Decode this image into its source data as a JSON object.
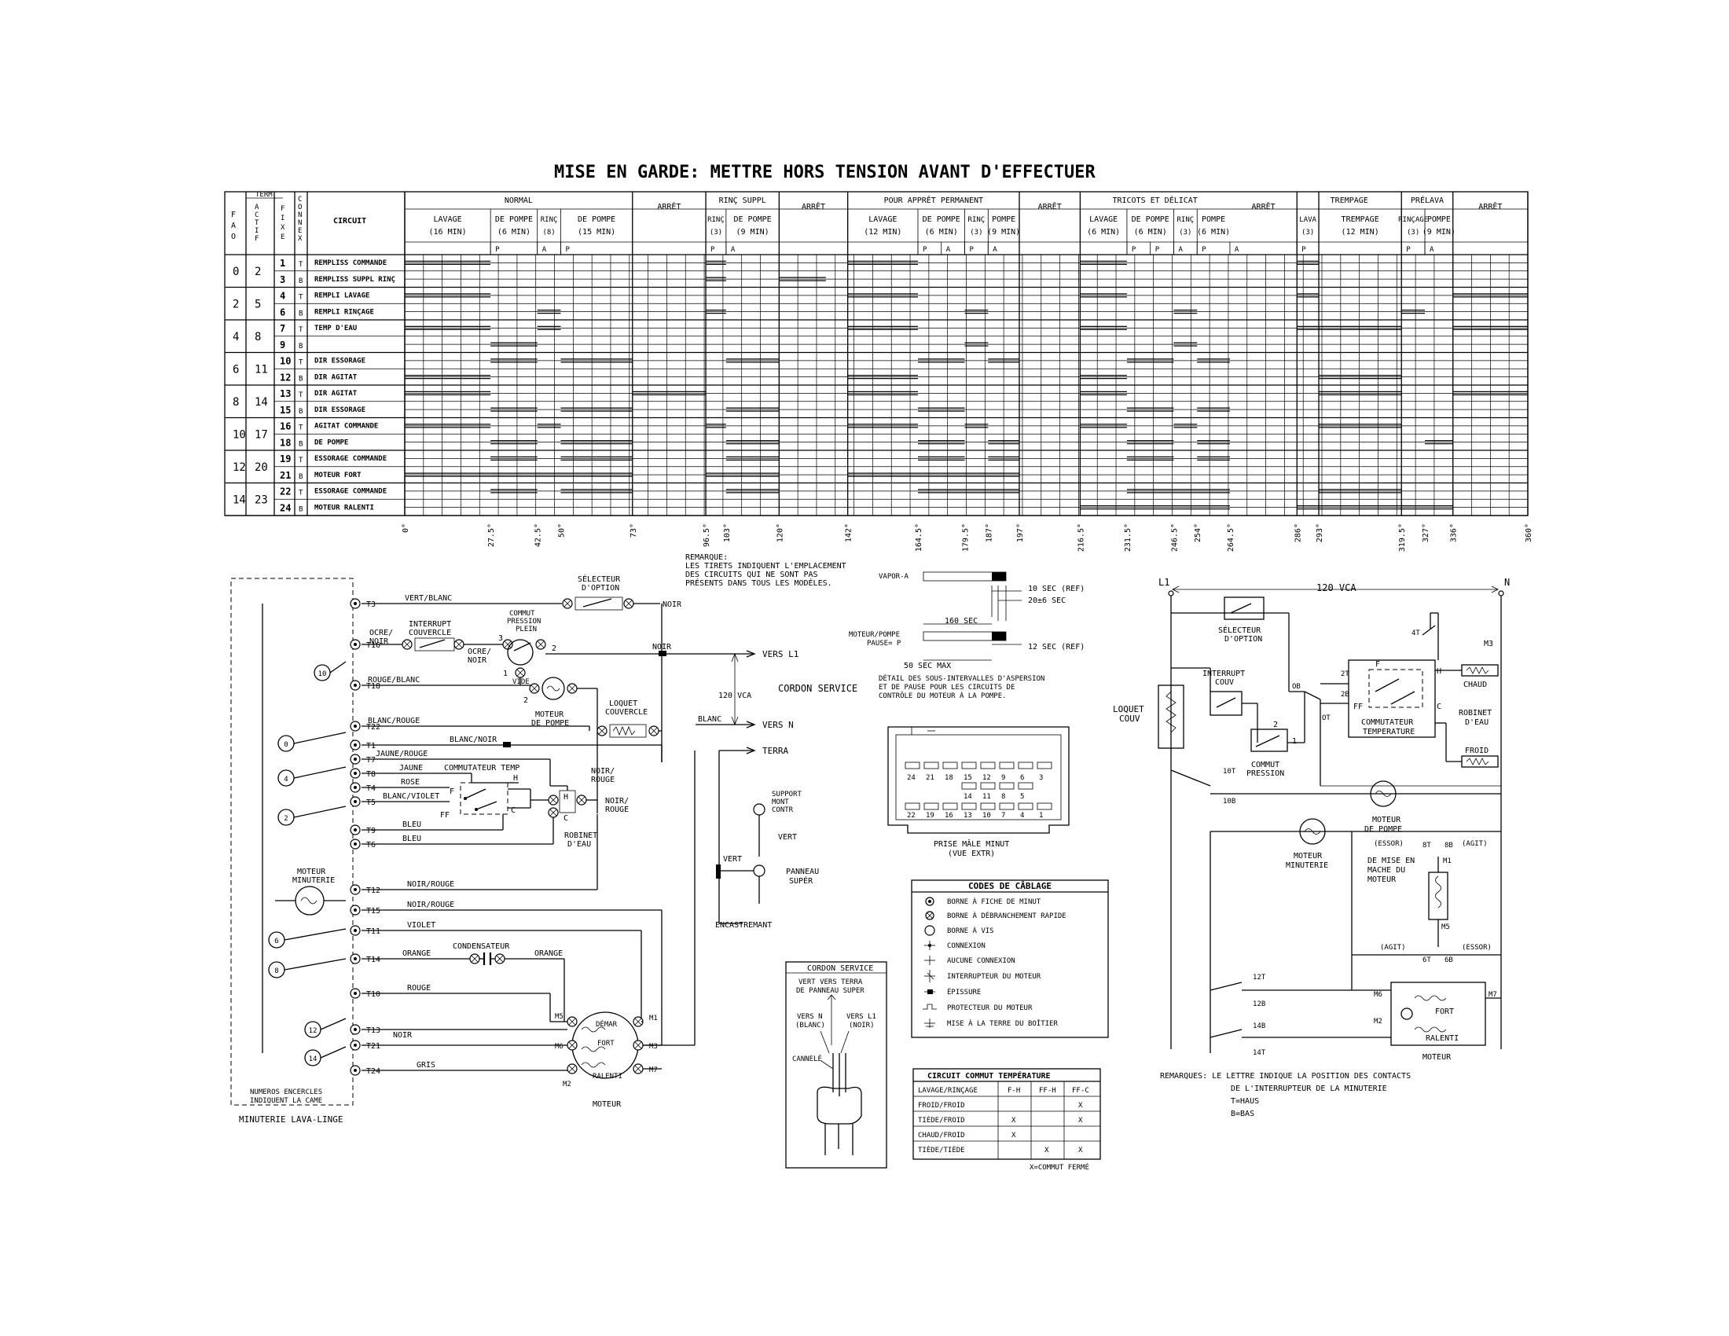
{
  "title": "MISE EN GARDE: METTRE HORS TENSION AVANT D'EFFECTUER",
  "table": {
    "head_fao": [
      "F",
      "A",
      "O"
    ],
    "head_term": "TERM",
    "head_actif": [
      "A",
      "C",
      "T",
      "I",
      "F"
    ],
    "head_fixe": [
      "F",
      "I",
      "X",
      "E"
    ],
    "head_connex": [
      "C",
      "O",
      "N",
      "N",
      "E",
      "X"
    ],
    "head_circuit": "CIRCUIT",
    "cycles": [
      {
        "label": "NORMAL"
      },
      {
        "label": "ARRÊT"
      },
      {
        "label": "RINÇ SUPPL"
      },
      {
        "label": "ARRÊT"
      },
      {
        "label": "POUR APPRÊT PERMANENT"
      },
      {
        "label": "ARRÊT"
      },
      {
        "label": "TRICOTS ET DÉLICAT"
      },
      {
        "label": "ARRÊT"
      },
      {
        "label": "TREMPAGE"
      },
      {
        "label": "PRÉLAVA"
      },
      {
        "label": "ARRÊT"
      }
    ],
    "subheads": [
      {
        "l1": "LAVAGE",
        "l2": "(16 MIN)"
      },
      {
        "l1": "DE POMPE",
        "l2": "(6 MIN)"
      },
      {
        "l1": "RINÇ",
        "l2": "(8)"
      },
      {
        "l1": "DE POMPE",
        "l2": "(15 MIN)"
      },
      {
        "l1": "RINÇ",
        "l2": "(3)"
      },
      {
        "l1": "DE POMPE",
        "l2": "(9 MIN)"
      },
      {
        "l1": "LAVAGE",
        "l2": "(12 MIN)"
      },
      {
        "l1": "DE POMPE",
        "l2": "(6 MIN)"
      },
      {
        "l1": "RINÇ",
        "l2": "(3)"
      },
      {
        "l1": "POMPE",
        "l2": "(9 MIN)"
      },
      {
        "l1": "LAVAGE",
        "l2": "(6 MIN)"
      },
      {
        "l1": "DE POMPE",
        "l2": "(6 MIN)"
      },
      {
        "l1": "RINÇ",
        "l2": "(3)"
      },
      {
        "l1": "POMPE",
        "l2": "(6 MIN)"
      },
      {
        "l1": "LAVA",
        "l2": "(3)"
      },
      {
        "l1": "TREMPAGE",
        "l2": "(12 MIN)"
      },
      {
        "l1": "RINÇAGE",
        "l2": "(3)"
      },
      {
        "l1": "POMPE",
        "l2": "(9 MIN)"
      }
    ],
    "pa_labels": [
      "P",
      "A",
      "P",
      "P",
      "A",
      "P",
      "A",
      "P",
      "A",
      "P",
      "P",
      "A",
      "P",
      "A",
      "P",
      "P",
      "A"
    ],
    "groups": [
      {
        "fao": "0",
        "actif": "2"
      },
      {
        "fao": "2",
        "actif": "5"
      },
      {
        "fao": "4",
        "actif": "8"
      },
      {
        "fao": "6",
        "actif": "11"
      },
      {
        "fao": "8",
        "actif": "14"
      },
      {
        "fao": "10",
        "actif": "17"
      },
      {
        "fao": "12",
        "actif": "20"
      },
      {
        "fao": "14",
        "actif": "23"
      }
    ],
    "rows": [
      {
        "fixe": "1",
        "connex": "T",
        "circuit": "REMPLISS COMMANDE"
      },
      {
        "fixe": "3",
        "connex": "B",
        "circuit": "REMPLISS SUPPL RINÇ"
      },
      {
        "fixe": "4",
        "connex": "T",
        "circuit": "REMPLI LAVAGE"
      },
      {
        "fixe": "6",
        "connex": "B",
        "circuit": "REMPLI RINÇAGE"
      },
      {
        "fixe": "7",
        "connex": "T",
        "circuit": "TEMP D'EAU"
      },
      {
        "fixe": "9",
        "connex": "B",
        "circuit": ""
      },
      {
        "fixe": "10",
        "connex": "T",
        "circuit": "DIR ESSORAGE"
      },
      {
        "fixe": "12",
        "connex": "B",
        "circuit": "DIR AGITAT"
      },
      {
        "fixe": "13",
        "connex": "T",
        "circuit": "DIR AGITAT"
      },
      {
        "fixe": "15",
        "connex": "B",
        "circuit": "DIR ESSORAGE"
      },
      {
        "fixe": "16",
        "connex": "T",
        "circuit": "AGITAT COMMANDE"
      },
      {
        "fixe": "18",
        "connex": "B",
        "circuit": "DE POMPE"
      },
      {
        "fixe": "19",
        "connex": "T",
        "circuit": "ESSORAGE COMMANDE"
      },
      {
        "fixe": "21",
        "connex": "B",
        "circuit": "MOTEUR FORT"
      },
      {
        "fixe": "22",
        "connex": "T",
        "circuit": "ESSORAGE COMMANDE"
      },
      {
        "fixe": "24",
        "connex": "B",
        "circuit": "MOTEUR RALENTI"
      }
    ],
    "ticks": [
      "0°",
      "27.5°",
      "42.5°",
      "50°",
      "73°",
      "96.5°",
      "103°",
      "120°",
      "142°",
      "164.5°",
      "179.5°",
      "187°",
      "197°",
      "216.5°",
      "231.5°",
      "246.5°",
      "254°",
      "264.5°",
      "286°",
      "293°",
      "319.5°",
      "327°",
      "336°",
      "360°"
    ]
  },
  "remarque_top": [
    "REMARQUE:",
    "LES TIRETS INDIQUENT L'EMPLACEMENT",
    "DES CIRCUITS QUI NE SONT PAS",
    "PRÉSENTS DANS TOUS LES MODÈLES."
  ],
  "timing": {
    "vapor": "VAPOR-A",
    "sec10": "10 SEC (REF)",
    "sec20": "20±6 SEC",
    "sec160": "160 SEC",
    "moteur": "MOTEUR/POMPE",
    "pause": "PAUSE= P",
    "sec12": "12 SEC (REF)",
    "sec50": "50 SEC MAX",
    "detail": [
      "DÉTAIL DES SOUS-INTERVALLES D'ASPERSION",
      "ET DE PAUSE POUR LES CIRCUITS DE",
      "CONTRÔLE DU MOTEUR À LA POMPE."
    ]
  },
  "plug": {
    "top_row": [
      "24",
      "21",
      "18",
      "15",
      "12",
      "9",
      "6",
      "3"
    ],
    "mid_row": [
      "14",
      "11",
      "8",
      "5"
    ],
    "bot_row": [
      "22",
      "19",
      "16",
      "13",
      "10",
      "7",
      "4",
      "1"
    ],
    "caption1": "PRISE MÂLE MINUT",
    "caption2": "(VUE EXTR)"
  },
  "legend": {
    "title": "CODES DE CÂBLAGE",
    "items": [
      "BORNE À FICHE DE MINUT",
      "BORNE À DÉBRANCHEMENT RAPIDE",
      "BORNE À VIS",
      "CONNEXION",
      "AUCUNE CONNEXION",
      "INTERRUPTEUR DU MOTEUR",
      "ÉPISSURE",
      "PROTECTEUR DU MOTEUR",
      "MISE À LA TERRE DU BOÎTIER"
    ]
  },
  "tempswitch": {
    "title": "CIRCUIT COMMUT TEMPÉRATURE",
    "cols": [
      "LAVAGE/RINÇAGE",
      "F-H",
      "FF-H",
      "FF-C"
    ],
    "rows": [
      [
        "FROID/FROID",
        "",
        "",
        "X"
      ],
      [
        "TIÈDE/FROID",
        "X",
        "",
        "X"
      ],
      [
        "CHAUD/FROID",
        "X",
        "",
        ""
      ],
      [
        "TIÈDE/TIÈDE",
        "",
        "X",
        "X"
      ]
    ],
    "note": "X=COMMUT FERMÉ"
  },
  "cord": {
    "title": "CORDON SERVICE",
    "l1": "VERT VERS TERRA",
    "l2": "DE PANNEAU SUPER",
    "n1": "VERS N",
    "n2": "(BLANC)",
    "r1": "VERS L1",
    "r2": "(NOIR)",
    "cannele": "CANNELÉ"
  },
  "left": {
    "terminals": [
      "T3",
      "T16",
      "T18",
      "T22",
      "T1",
      "T7",
      "T8",
      "T4",
      "T5",
      "T9",
      "T6",
      "T12",
      "T15",
      "T11",
      "T14",
      "T10",
      "T13",
      "T21",
      "T24"
    ],
    "wires": {
      "vert_blanc": "VERT/BLANC",
      "ocre_noir": "OCRE/",
      "ocre_noir2": "NOIR",
      "rouge_blanc": "ROUGE/BLANC",
      "blanc_rouge": "BLANC/ROUGE",
      "blanc_noir": "BLANC/NOIR",
      "jaune_rouge": "JAUNE/ROUGE",
      "jaune": "JAUNE",
      "rose": "ROSE",
      "blanc_violet": "BLANC/VIOLET",
      "bleu1": "BLEU",
      "bleu2": "BLEU",
      "noir_rouge1": "NOIR/ROUGE",
      "noir_rouge2": "NOIR/ROUGE",
      "violet": "VIOLET",
      "orange1": "ORANGE",
      "orange2": "ORANGE",
      "rouge": "ROUGE",
      "noir": "NOIR",
      "gris": "GRIS",
      "noir_top": "NOIR",
      "noir_l1": "NOIR",
      "blanc": "BLANC",
      "vert": "VERT",
      "vert2": "VERT",
      "ocre_noir_r": "OCRE/",
      "ocre_noir_r2": "NOIR",
      "noir_rouge_r1": "NOIR/",
      "noir_rouge_r2": "ROUGE",
      "noir_rouge_r3": "NOIR/",
      "noir_rouge_r4": "ROUGE"
    },
    "selecteur1": "SÉLECTEUR",
    "selecteur2": "D'OPTION",
    "interrupt1": "INTERRUPT",
    "interrupt2": "COUVERCLE",
    "commut1": "COMMUT",
    "commut2": "PRESSION",
    "plein": "PLEIN",
    "vide": "VIDE",
    "moteur_pompe1": "MOTEUR",
    "moteur_pompe2": "DE POMPE",
    "loquet1": "LOQUET",
    "loquet2": "COUVERCLE",
    "vers_l1": "VERS L1",
    "vers_n": "VERS N",
    "terra": "TERRA",
    "vca": "120 VCA",
    "cordon": "CORDON SERVICE",
    "commutateur_temp": "COMMUTATEUR TEMP",
    "robinet1": "ROBINET",
    "robinet2": "D'EAU",
    "support1": "SUPPORT",
    "support2": "MONT",
    "support3": "CONTR",
    "panneau1": "PANNEAU",
    "panneau2": "SUPÉR",
    "encastrement": "ENCASTREMANT",
    "moteur_min1": "MOTEUR",
    "moteur_min2": "MINUTERIE",
    "condensateur": "CONDENSATEUR",
    "demar": "DÉMAR",
    "fort": "FORT",
    "ralenti": "RALENTI",
    "moteur": "MOTEUR",
    "numeros1": "NUMEROS ENCERCLES",
    "numeros2": "INDIQUENT LA CAME",
    "minuterie": "MINUTERIE LAVA-LINGE",
    "cams": [
      "10",
      "0",
      "4",
      "2",
      "6",
      "8",
      "12",
      "14"
    ],
    "pins": {
      "p3": "3",
      "p1": "1",
      "p2": "2",
      "p2b": "2",
      "f": "F",
      "h": "H",
      "ff": "FF",
      "c": "C",
      "m5": "M5",
      "m1": "M1",
      "m6": "M6",
      "m3": "M3",
      "m2": "M2",
      "m7": "M7"
    }
  },
  "right": {
    "l1": "L1",
    "n": "N",
    "vca": "120 VCA",
    "selecteur1": "SÉLECTEUR",
    "selecteur2": "D'OPTION",
    "interrupt1": "INTERRUPT",
    "interrupt2": "COUV",
    "loquet1": "LOQUET",
    "loquet2": "COUV",
    "commut1": "COMMUT",
    "commut2": "PRESSION",
    "commutateur1": "COMMUTATEUR",
    "commutateur2": "TEMPERATURE",
    "robinet1": "ROBINET",
    "robinet2": "D'EAU",
    "chaud": "CHAUD",
    "froid": "FROID",
    "moteur_pompe1": "MOTEUR",
    "moteur_pompe2": "DE POMPE",
    "moteur_min1": "MOTEUR",
    "moteur_min2": "MINUTERIE",
    "demise1": "DE MISE EN",
    "demise2": "MACHE DU",
    "demise3": "MOTEUR",
    "essor1": "(ESSOR)",
    "agit1": "(AGIT)",
    "agit2": "(AGIT)",
    "essor2": "(ESSOR)",
    "fort": "FORT",
    "ralenti": "RALENTI",
    "moteur": "MOTEUR",
    "labels": {
      "t4": "4T",
      "m3": "M3",
      "t2": "2T",
      "b2": "2B",
      "ob": "OB",
      "ot": "OT",
      "t10": "10T",
      "b10": "10B",
      "t12": "12T",
      "b12": "12B",
      "b14": "14B",
      "t14": "14T",
      "t6": "6T",
      "b6": "6B",
      "t8": "8T",
      "b8": "8B",
      "m1": "M1",
      "m5": "M5",
      "m6": "M6",
      "m7": "M7",
      "m2": "M2",
      "f": "F",
      "h": "H",
      "ff": "FF",
      "c": "C",
      "p2": "2",
      "p1": "1"
    }
  },
  "remarques": [
    "REMARQUES: LE LETTRE INDIQUE LA POSITION DES CONTACTS",
    "DE L'INTERRUPTEUR DE LA MINUTERIE",
    "T=HAUS",
    "B=BAS"
  ]
}
